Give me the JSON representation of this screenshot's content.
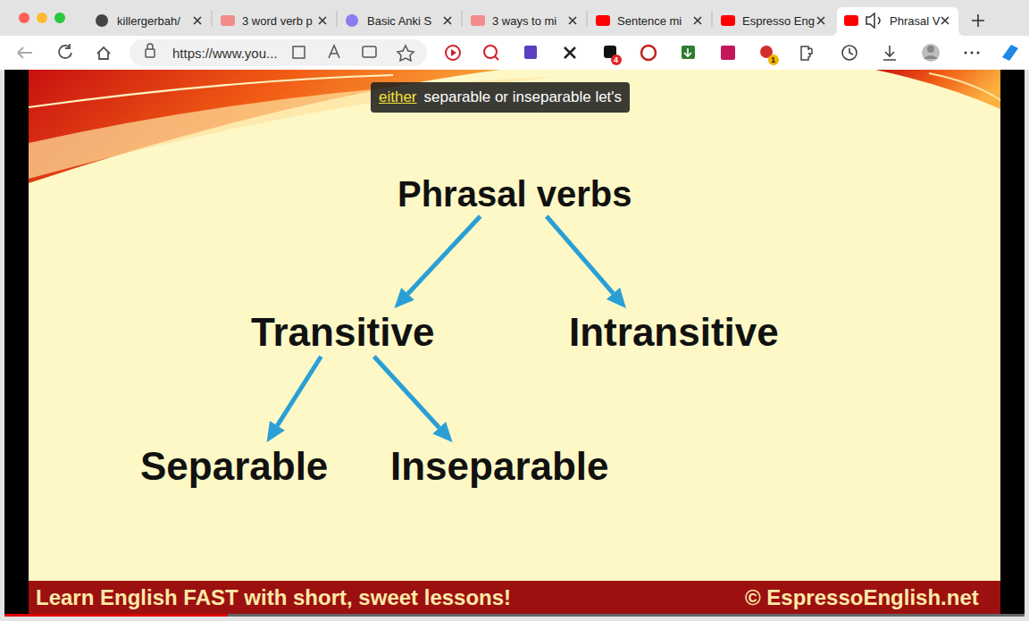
{
  "diagram": {
    "nodes": [
      {
        "text": [
          "Phrasal verbs"
        ]
      },
      {
        "text": [
          "Transitive"
        ]
      },
      {
        "text": [
          "Intransitive"
        ]
      },
      {
        "text": [
          "Separable"
        ]
      },
      {
        "text": [
          "Inseparable"
        ]
      }
    ],
    "edges": [
      {
        "from": 0,
        "to": 1,
        "arrow": "to"
      },
      {
        "from": 0,
        "to": 2,
        "arrow": "to"
      },
      {
        "from": 1,
        "to": 3,
        "arrow": "to"
      },
      {
        "from": 1,
        "to": 4,
        "arrow": "to"
      }
    ],
    "labels": [
      "killergerbah/",
      "3 word verb p",
      "Basic Anki S",
      "3 ways to mi",
      "Sentence mi",
      "Espresso Eng",
      "Phrasal V",
      "https://www.you...",
      "4",
      "1",
      "either",
      "separable or inseparable let's",
      "Learn English FAST with short, sweet lessons!",
      "© EspressoEnglish.net"
    ]
  }
}
